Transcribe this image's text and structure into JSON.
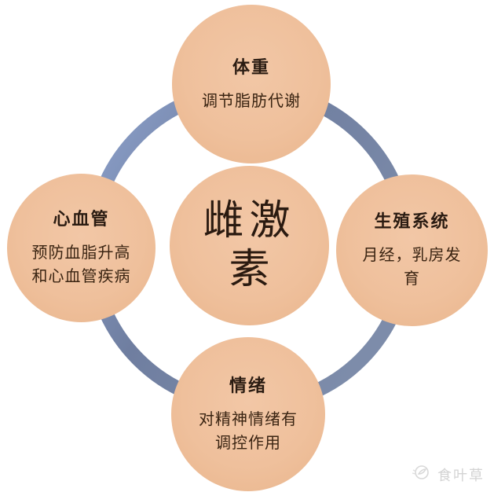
{
  "diagram": {
    "center": {
      "text": "雌激素",
      "lines": [
        "雌激",
        "素"
      ]
    },
    "nodes": [
      {
        "key": "weight",
        "title": "体重",
        "desc_lines": [
          "调节脂肪代谢"
        ]
      },
      {
        "key": "cardiovascular",
        "title": "心血管",
        "desc_lines": [
          "预防血脂升高",
          "和心血管疾病"
        ]
      },
      {
        "key": "reproductive",
        "title": "生殖系统",
        "desc_lines": [
          "月经，乳房发",
          "育"
        ]
      },
      {
        "key": "emotion",
        "title": "情绪",
        "desc_lines": [
          "对精神情绪有",
          "调控作用"
        ]
      }
    ],
    "colors": {
      "circle_fill": "#efc09c",
      "ring_light": "#8ea3ce",
      "ring_dark": "#6f7ea0",
      "ring_mid": "#7d8caa",
      "text_dark": "#2b1c12",
      "watermark": "#d3d3d3"
    },
    "watermark": {
      "text": "食叶草"
    }
  }
}
